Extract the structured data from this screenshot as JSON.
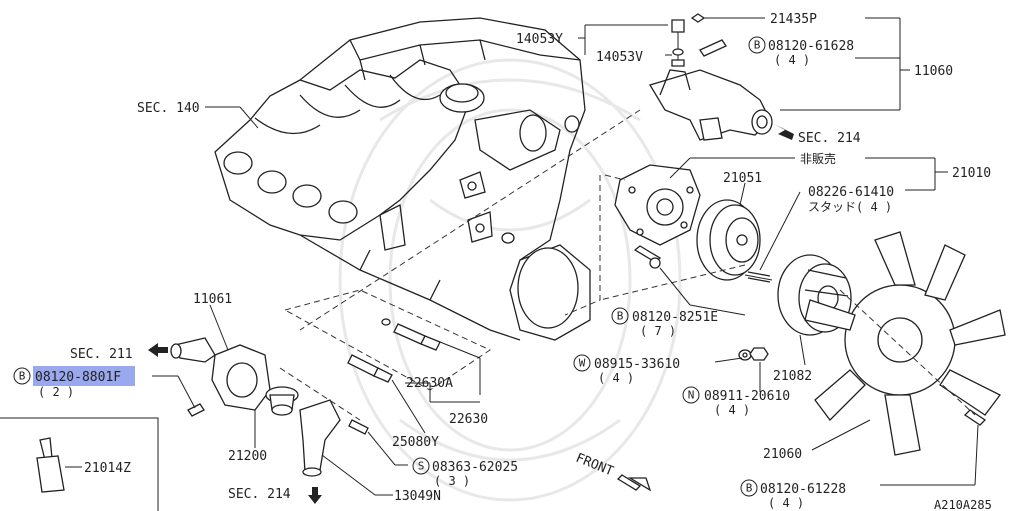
{
  "labels": {
    "sec140": "SEC. 140",
    "p14053y": "14053Y",
    "p14053v": "14053V",
    "p21435p": "21435P",
    "b08120_61628": "08120-61628",
    "b08120_61628_qty": "( 4 )",
    "p11060": "11060",
    "sec214_top": "SEC. 214",
    "hanbaibai": "非販売",
    "p21010": "21010",
    "p21051": "21051",
    "p08226_61410": "08226-61410",
    "stud4": "スタッド( 4 )",
    "b08120_8251e": "08120-8251E",
    "b08120_8251e_qty": "( 7 )",
    "p11061": "11061",
    "sec211": "SEC. 211",
    "b08120_8801f_hl": "08120-880",
    "b08120_8801f_tail": "1F",
    "b08120_8801f_qty": "( 2 )",
    "w08915_33610": "08915-33610",
    "w08915_33610_qty": "( 4 )",
    "p22630a": "22630A",
    "p21082": "21082",
    "n08911_20610": "08911-20610",
    "n08911_20610_qty": "( 4 )",
    "p22630": "22630",
    "p25080y": "25080Y",
    "p21200": "21200",
    "p21014z": "21014Z",
    "p21060": "21060",
    "s08363_62025": "08363-62025",
    "s08363_62025_qty": "( 3 )",
    "front": "FRONT",
    "sec214_bot": "SEC. 214",
    "p13049n": "13049N",
    "b08120_61228": "08120-61228",
    "b08120_61228_qty": "( 4 )",
    "figure_code": "A210A285"
  },
  "circle_letters": {
    "b": "B",
    "w": "W",
    "n": "N",
    "s": "S"
  },
  "colors": {
    "line": "#222222",
    "highlight": "#9aa8ee",
    "watermark": "#e8e8e8"
  }
}
